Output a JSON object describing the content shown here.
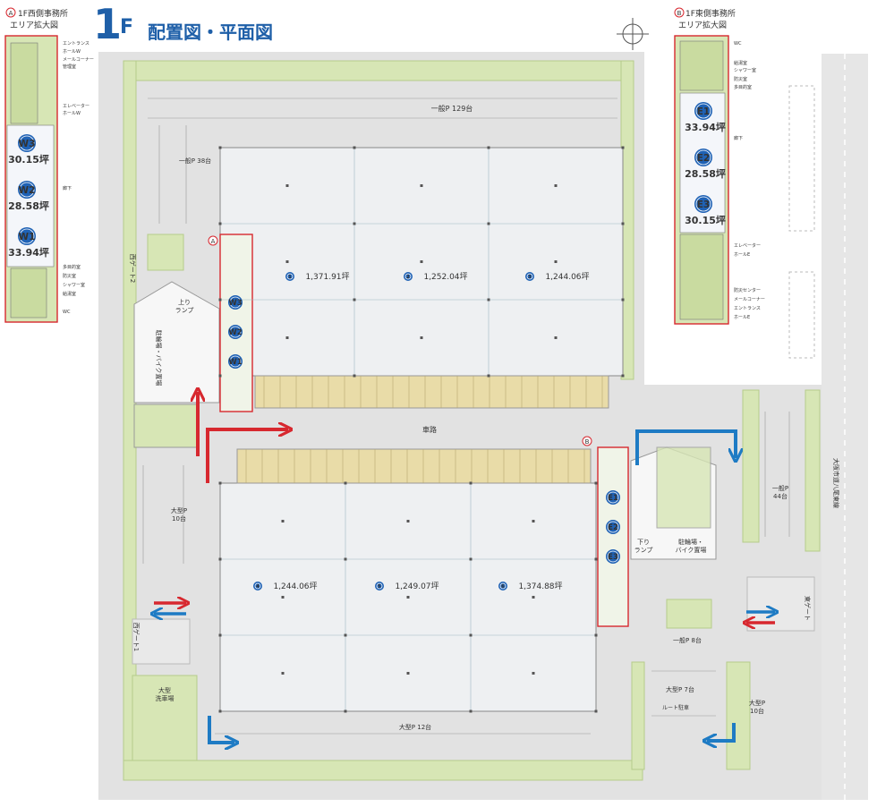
{
  "title": {
    "floor_num": "1",
    "floor_suffix": "F",
    "main": "配置図・平面図"
  },
  "west_inset": {
    "marker": "A",
    "caption1": "1F西側事務所",
    "caption2": "エリア拡大図",
    "labels": [
      "エントランス",
      "ホールW",
      "メールコーナー",
      "管理室",
      "エレベーター",
      "ホールW",
      "廊下",
      "多目的室",
      "防災室",
      "シャワー室",
      "給湯室",
      "WC"
    ],
    "units": [
      {
        "id": "W3",
        "area": "30.15坪"
      },
      {
        "id": "W2",
        "area": "28.58坪"
      },
      {
        "id": "W1",
        "area": "33.94坪"
      }
    ]
  },
  "east_inset": {
    "marker": "B",
    "caption1": "1F東側事務所",
    "caption2": "エリア拡大図",
    "labels": [
      "WC",
      "給湯室",
      "シャワー室",
      "防災室",
      "多目的室",
      "廊下",
      "エレベーター",
      "ホールE",
      "防災センター",
      "メールコーナー",
      "エントランス",
      "ホールE"
    ],
    "units": [
      {
        "id": "E1",
        "area": "33.94坪"
      },
      {
        "id": "E2",
        "area": "28.58坪"
      },
      {
        "id": "E3",
        "area": "30.15坪"
      }
    ]
  },
  "warehouses": [
    {
      "num": "1",
      "area": "1,371.91坪"
    },
    {
      "num": "2",
      "area": "1,252.04坪"
    },
    {
      "num": "3",
      "area": "1,244.06坪"
    },
    {
      "num": "4",
      "area": "1,244.06坪"
    },
    {
      "num": "5",
      "area": "1,249.07坪"
    },
    {
      "num": "6",
      "area": "1,374.88坪"
    }
  ],
  "site_labels": {
    "parking_north": "一般P 129台",
    "parking_nw": "一般P 38台",
    "west_gate2": "西ゲート2",
    "ramp_up": "上り\nランプ",
    "bike_parking_w": "駐輪場・バイク置場",
    "roadway": "車路",
    "large_p_west": "大型P\n10台",
    "west_gate1": "西ゲート1",
    "wash_area": "大型\n洗車場",
    "large_p_south": "大型P 12台",
    "parking_east": "一般P\n44台",
    "ramp_down": "下り\nランプ",
    "bike_parking_e": "駐輪場・\nバイク置場",
    "parking_8": "一般P 8台",
    "large_p_7": "大型P 7台",
    "route_bus": "ルート駐車",
    "large_p_east": "大型P\n10台",
    "east_gate": "東ゲート",
    "road_name": "大阪市道八尾東線",
    "marker_a": "A",
    "marker_b": "B"
  },
  "office_units_west": [
    "W3",
    "W2",
    "W1"
  ],
  "office_units_east": [
    "E1",
    "E2",
    "E3"
  ],
  "colors": {
    "green": "#d7e6b5",
    "green_dark": "#b5cc8a",
    "road": "#e2e2e2",
    "warehouse": "#eef0f2",
    "berth": "#e9dca8",
    "arrow_red": "#d7282f",
    "arrow_blue": "#1e7bc4",
    "badge": "#1f62b5",
    "title": "#1e5fa8",
    "outline_red": "#d7282f"
  }
}
